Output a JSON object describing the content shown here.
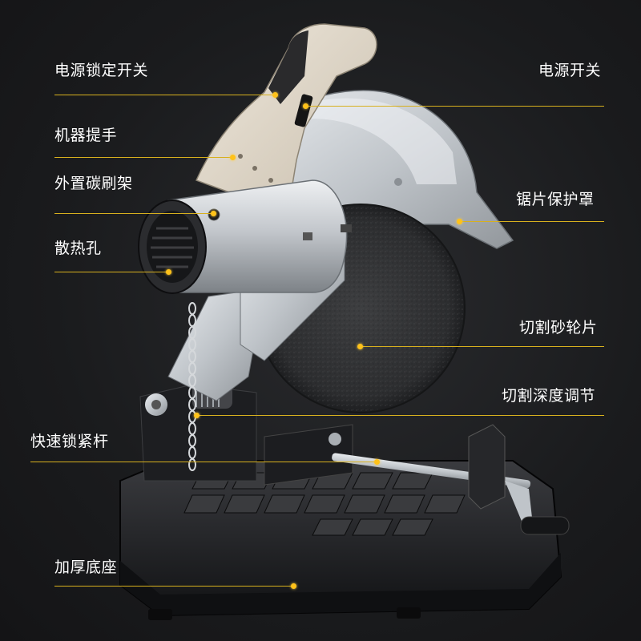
{
  "callouts": {
    "power_lock_switch": "电源锁定开关",
    "power_switch": "电源开关",
    "machine_handle": "机器提手",
    "brush_holder": "外置碳刷架",
    "blade_guard": "锯片保护罩",
    "vent_holes": "散热孔",
    "cutting_wheel": "切割砂轮片",
    "depth_adjust": "切割深度调节",
    "quick_lock_lever": "快速锁紧杆",
    "thick_base": "加厚底座"
  },
  "colors": {
    "background": "#1b1c1e",
    "label_text": "#ffffff",
    "leader_line": "#d7b01e",
    "leader_dot": "#ffc21a",
    "housing_silver": "#c9cdd2",
    "handle_cream": "#e4dccf",
    "base_black": "#202124"
  }
}
